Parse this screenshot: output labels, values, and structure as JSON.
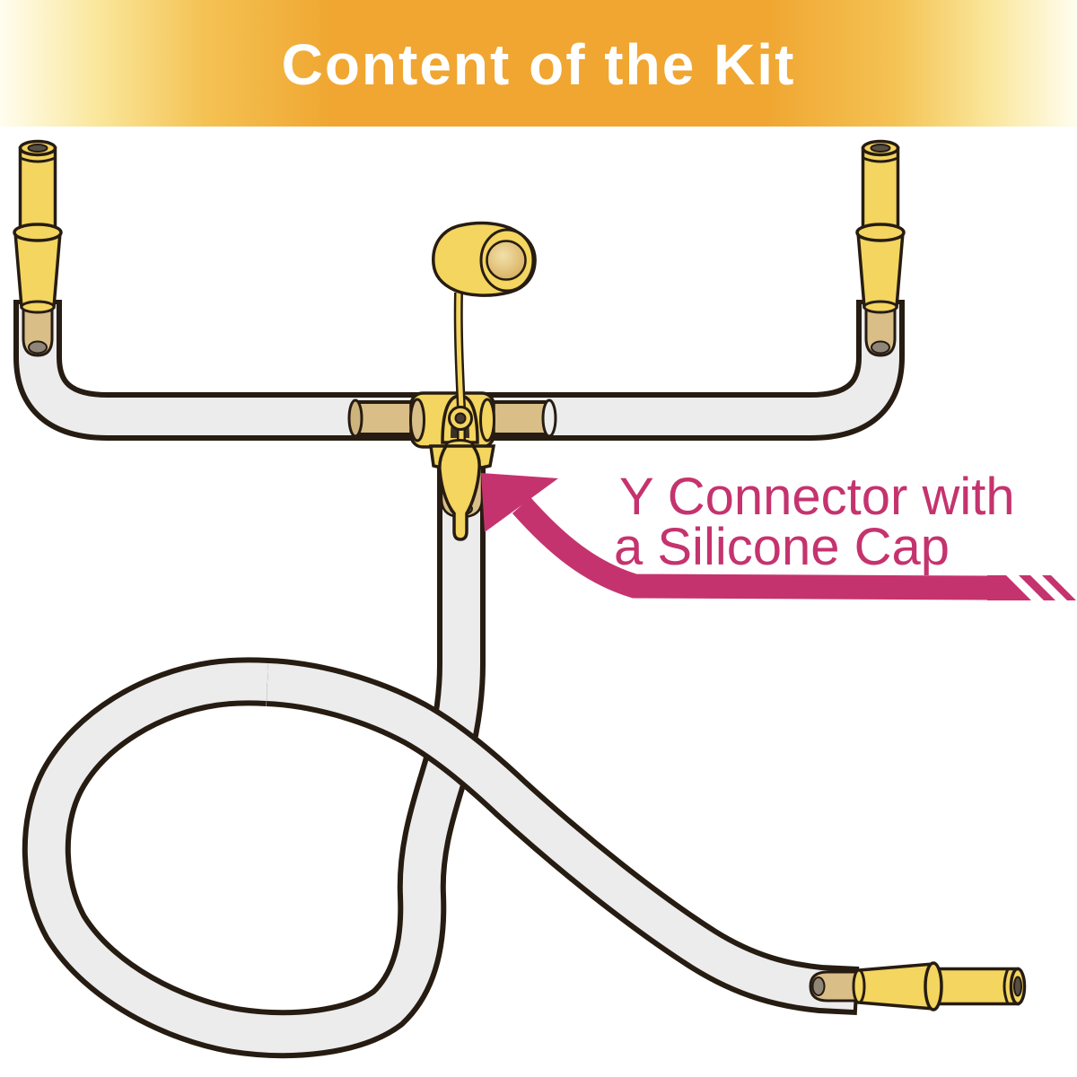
{
  "banner": {
    "title": "Content of the Kit"
  },
  "callout": {
    "line1": "Y Connector with",
    "line2": "a Silicone Cap"
  },
  "colors": {
    "banner_orange": "#F0A631",
    "banner_pale": "#FFFDEF",
    "banner_text": "#FFFFFF",
    "pink": "#C5336E",
    "yellow": "#F3D55F",
    "tan": "#D9BE87",
    "tube_gray": "#ECECED",
    "outline": "#261C12"
  }
}
